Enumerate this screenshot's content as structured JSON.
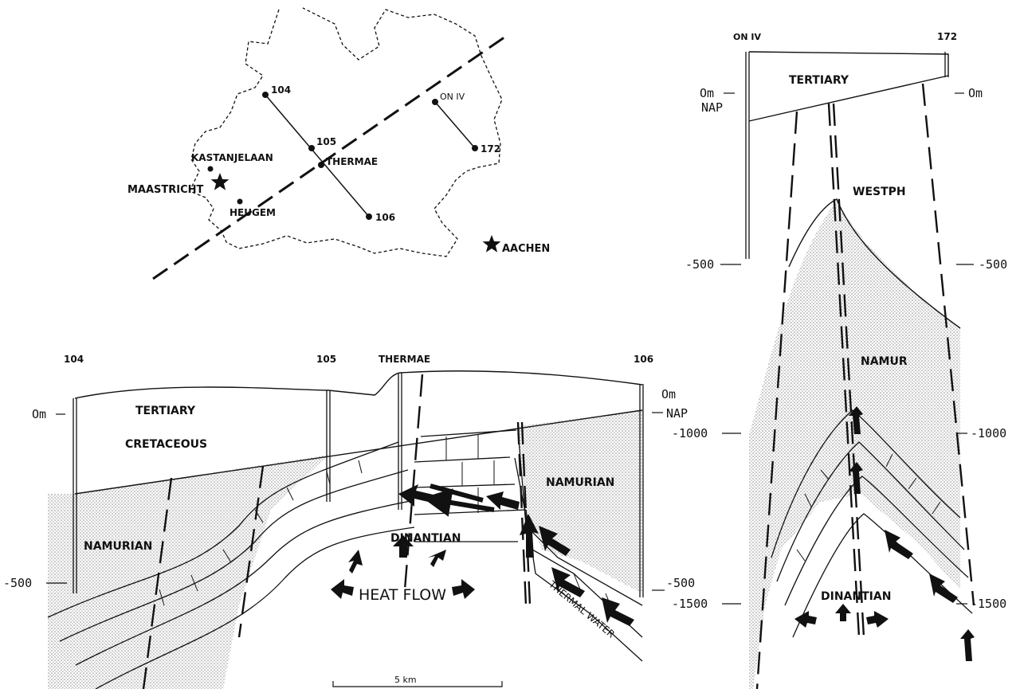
{
  "map": {
    "wells": [
      "104",
      "105",
      "106",
      "ON IV",
      "172"
    ],
    "places": {
      "kastanjelaan": "KASTANJELAAN",
      "maastricht": "MAASTRICHT",
      "heugem": "HEUGEM",
      "thermae": "THERMAE",
      "aachen": "AACHEN"
    }
  },
  "section_a": {
    "well_labels": [
      "104",
      "105",
      "THERMAE",
      "106"
    ],
    "units": {
      "tertiary": "TERTIARY",
      "cretaceous": "CRETACEOUS",
      "namurian_left": "NAMURIAN",
      "namurian_right": "NAMURIAN",
      "dinantian": "DINANTIAN",
      "heat_flow": "HEAT FLOW",
      "thermal_water": "THERMAL WATER"
    },
    "left_axis": [
      "Om",
      "-500"
    ],
    "right_axis": [
      "Om",
      "NAP",
      "-500"
    ],
    "scale_bar": "5 km"
  },
  "section_b": {
    "well_labels": [
      "ON IV",
      "172"
    ],
    "units": {
      "tertiary": "TERTIARY",
      "westph": "WESTPH",
      "namur": "NAMUR",
      "dinantian": "DINANTIAN"
    },
    "left_axis": [
      "Om",
      "NAP",
      "-500",
      "-1000",
      "-1500"
    ],
    "right_axis": [
      "Om",
      "-500",
      "-1000",
      "-1500"
    ]
  },
  "colors": {
    "ink": "#111111",
    "stipple": "#bdbdbd"
  }
}
